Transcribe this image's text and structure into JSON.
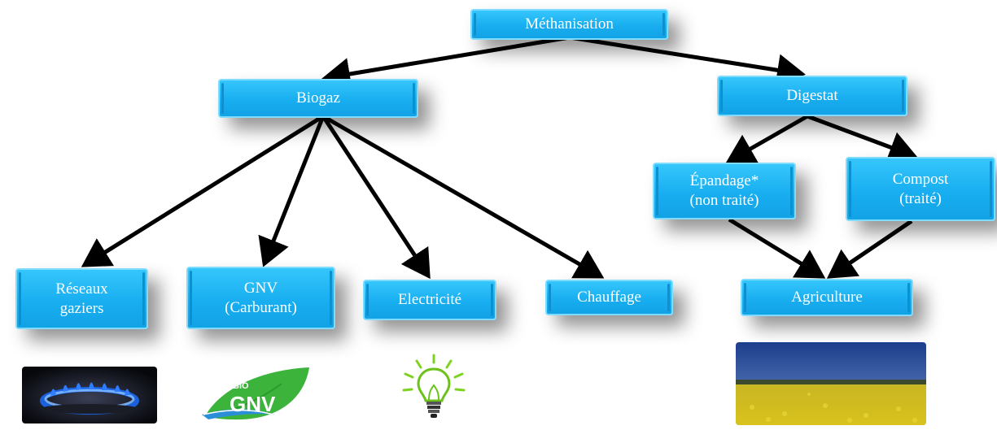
{
  "nodes": {
    "methanisation": "Méthanisation",
    "biogaz": "Biogaz",
    "digestat": "Digestat",
    "epandage": [
      "Épandage*",
      "(non traité)"
    ],
    "compost": [
      "Compost",
      "(traité)"
    ],
    "reseaux": [
      "Réseaux",
      "gaziers"
    ],
    "gnv": [
      "GNV",
      "(Carburant)"
    ],
    "electricite": "Electricité",
    "chauffage": "Chauffage",
    "agriculture": "Agriculture"
  },
  "logo": {
    "bio": "BIO",
    "gnv": "GNV"
  },
  "icons": [
    "gas-flame-icon",
    "bio-gnv-leaf-logo",
    "lightbulb-icon",
    "field-photo"
  ],
  "colors": {
    "box": "#18aef0",
    "box_border": "#7fdcff",
    "arrow": "#000000",
    "leaf": "#3cb43c",
    "road": "#2a8fd6"
  }
}
